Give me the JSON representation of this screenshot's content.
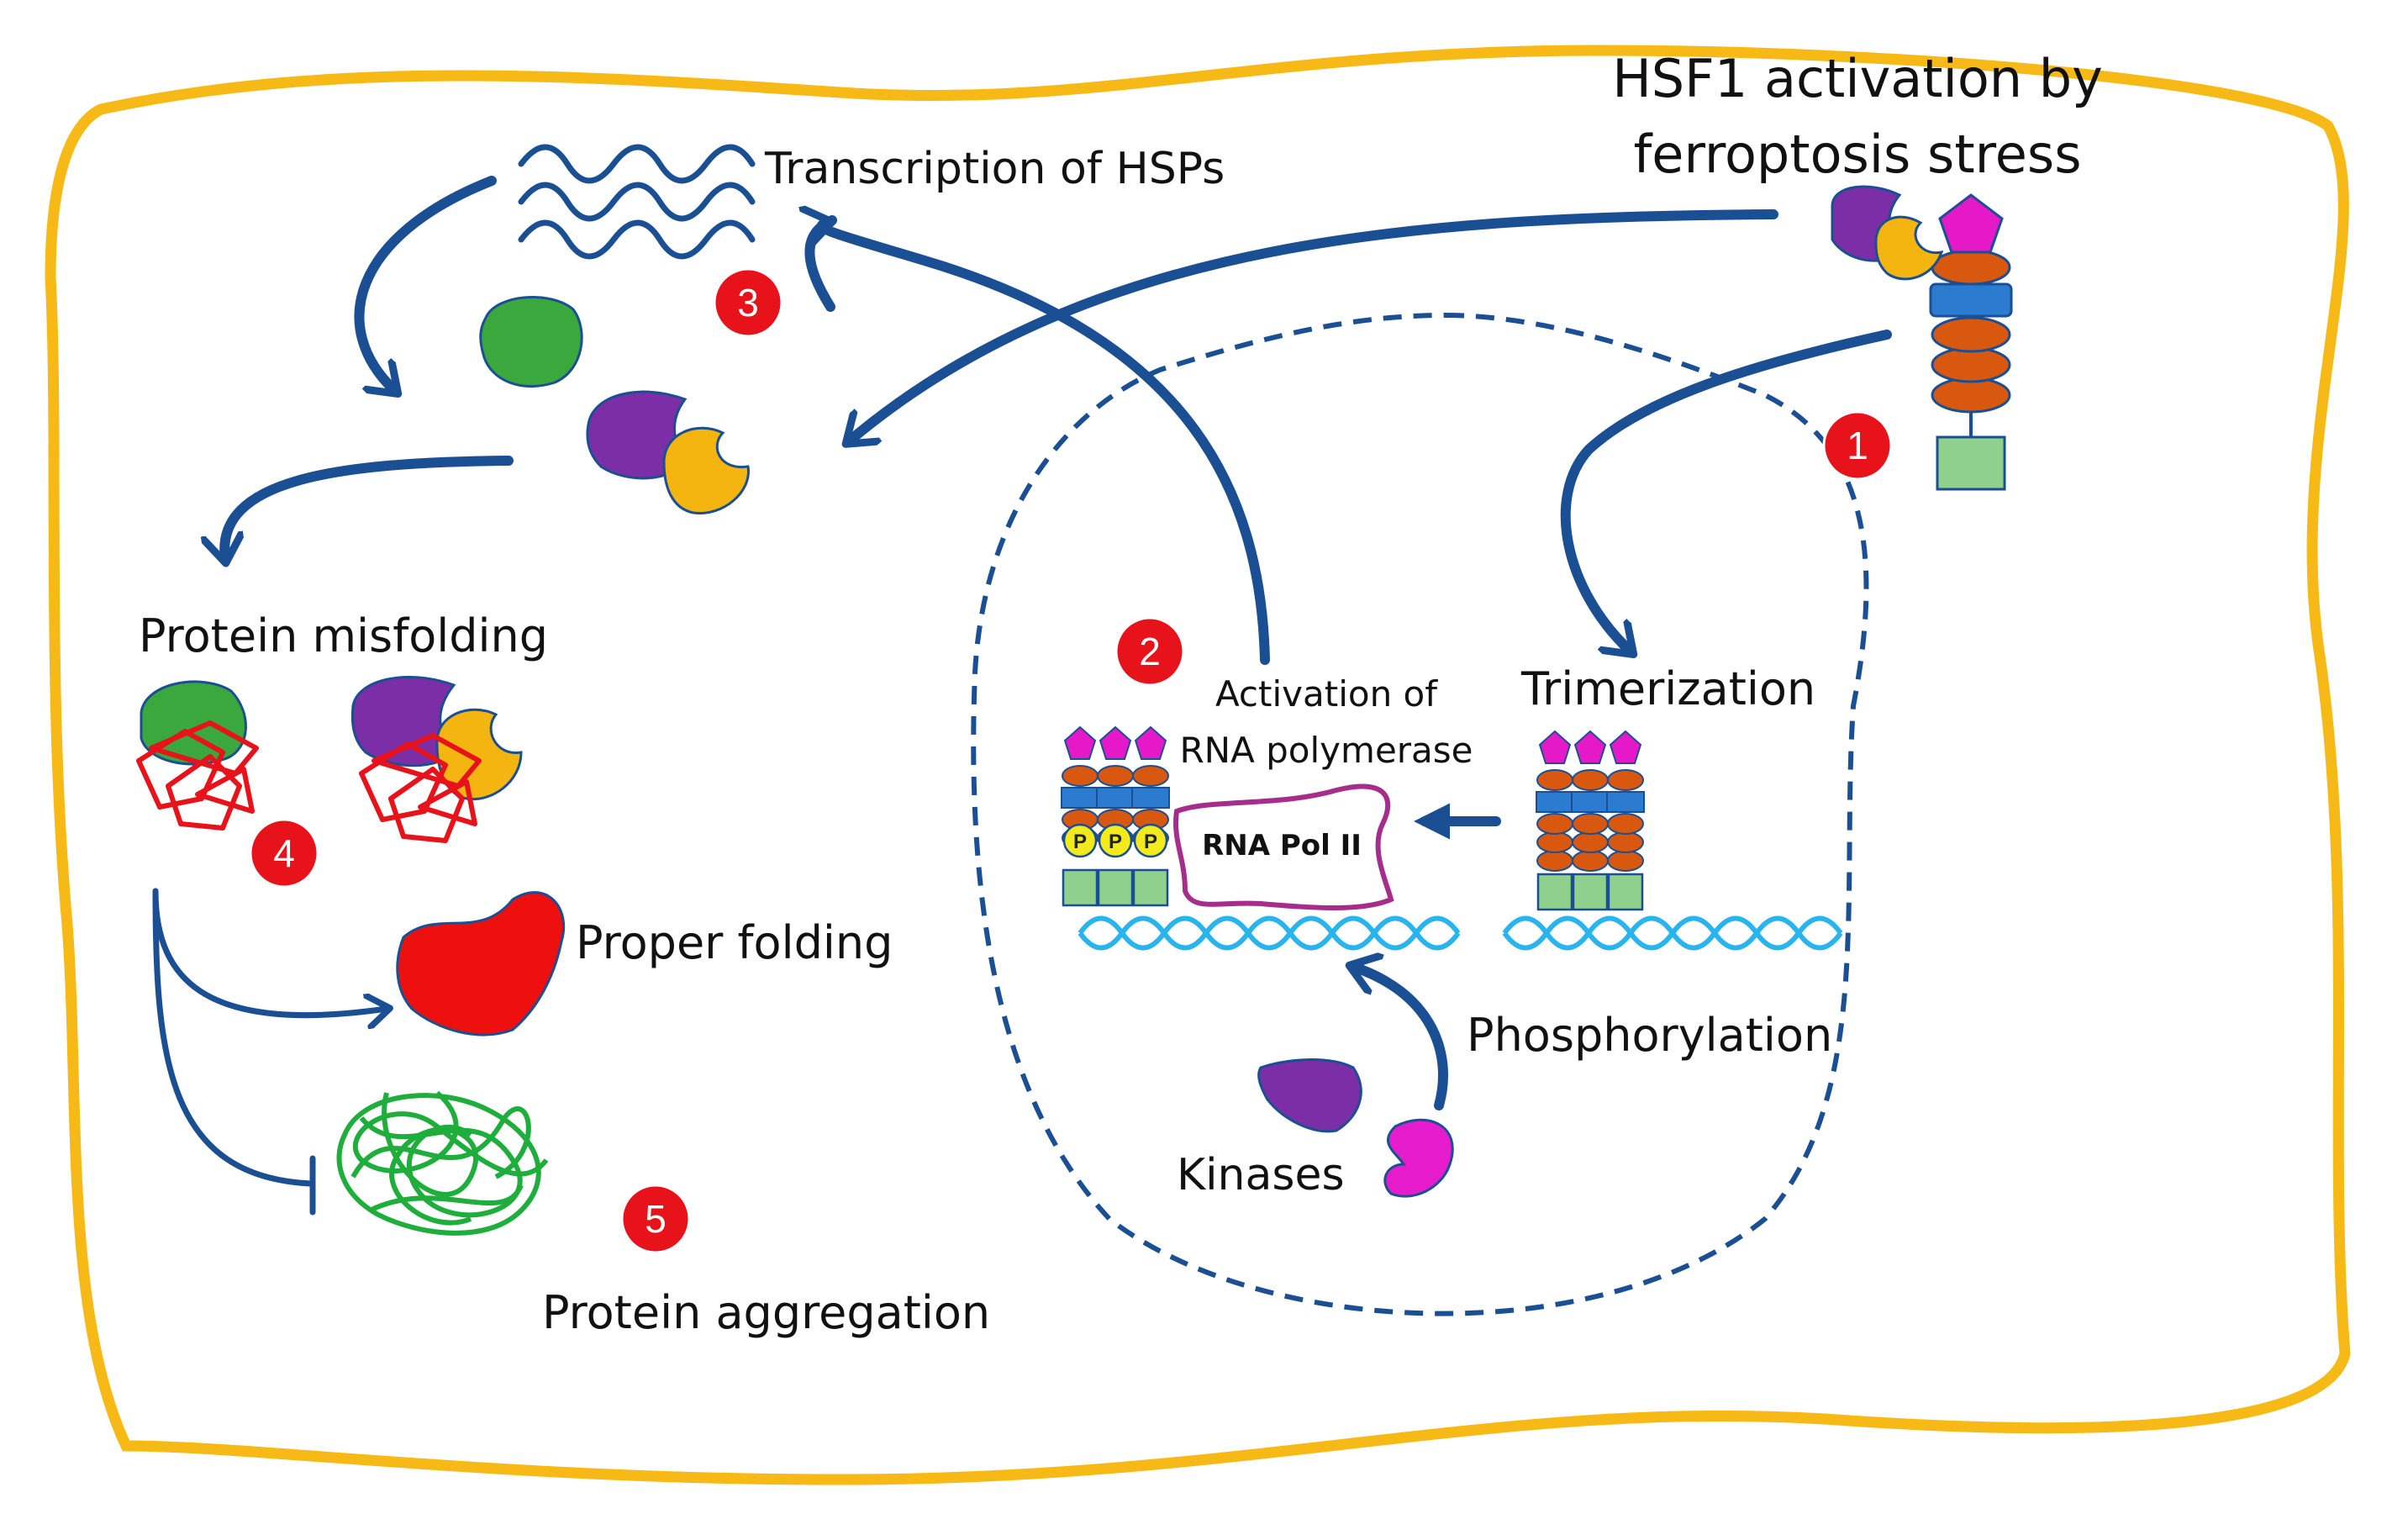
{
  "labels": {
    "hsf1_line1": "HSF1 activation by",
    "hsf1_line2": "ferroptosis stress",
    "transcription": "Transcription of HSPs",
    "misfolding": "Protein misfolding",
    "proper_folding": "Proper folding",
    "aggregation": "Protein aggregation",
    "activation_line1": "Activation of",
    "activation_line2": "RNA polymerase",
    "rna_pol": "RNA Pol II",
    "trimerization": "Trimerization",
    "phosphorylation": "Phosphorylation",
    "kinases": "Kinases",
    "phospho_mark": "P"
  },
  "steps": [
    "1",
    "2",
    "3",
    "4",
    "5"
  ],
  "colors": {
    "cell_border": "#f6b915",
    "arrow": "#1b4f93",
    "step_badge": "#e8121a",
    "pentagon": "#e619c8",
    "oval": "#d9580f",
    "rect_blue": "#2b7bd0",
    "dna_box": "#8fd18c",
    "dna_helix": "#2ab4ee",
    "misfolded_outline": "#e8121a",
    "aggregate": "#1fad3c",
    "proper_folding": "#ee0f0f",
    "chaperone_purple": "#7b2ea6",
    "chaperone_yellow": "#f5b510",
    "chaperone_green": "#3aa83d",
    "kinase_magenta": "#e61ccc",
    "phospho_yellow": "#f3ea1d",
    "rna_pol_outline": "#a62d8c"
  }
}
